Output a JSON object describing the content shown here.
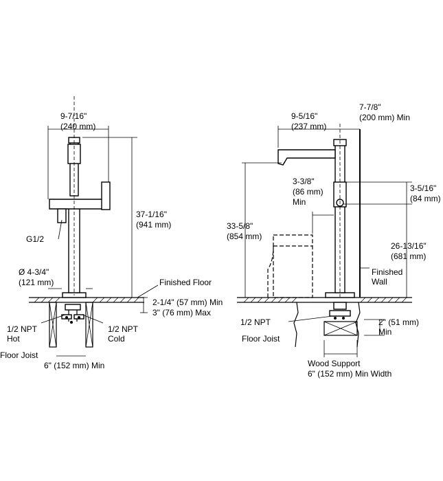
{
  "left_view": {
    "dims": {
      "width_top": "9-7/16\"",
      "width_top_mm": "(240 mm)",
      "height": "37-1/16\"",
      "height_mm": "(941 mm)",
      "base_dia": "Ø 4-3/4\"",
      "base_dia_mm": "(121 mm)",
      "floor_gap": "2-1/4\" (57 mm) Min",
      "floor_gap_max": "3\" (76 mm) Max",
      "joist_spacing": "6\" (152 mm) Min"
    },
    "labels": {
      "inlet": "G1/2",
      "finished_floor": "Finished Floor",
      "hot_1": "1/2 NPT",
      "hot_2": "Hot",
      "cold_1": "1/2 NPT",
      "cold_2": "Cold",
      "floor_joist": "Floor Joist"
    }
  },
  "right_view": {
    "dims": {
      "spout_reach": "9-5/16\"",
      "spout_reach_mm": "(237 mm)",
      "wall_gap": "7-7/8\"",
      "wall_gap_mm": "(200 mm) Min",
      "handle_offset": "3-3/8\"",
      "handle_offset_mm": "(86 mm)",
      "handle_offset_min": "Min",
      "side_offset": "3-5/16\"",
      "side_offset_mm": "(84 mm)",
      "spout_height": "33-5/8\"",
      "spout_height_mm": "(854 mm)",
      "handle_height": "26-13/16\"",
      "handle_height_mm": "(681 mm)",
      "support_depth": "2\" (51 mm)",
      "support_depth_min": "Min"
    },
    "labels": {
      "finished_wall_1": "Finished",
      "finished_wall_2": "Wall",
      "npt": "1/2 NPT",
      "floor_joist": "Floor Joist",
      "wood_support": "Wood Support",
      "wood_support_width": "6\" (152 mm) Min Width"
    }
  }
}
